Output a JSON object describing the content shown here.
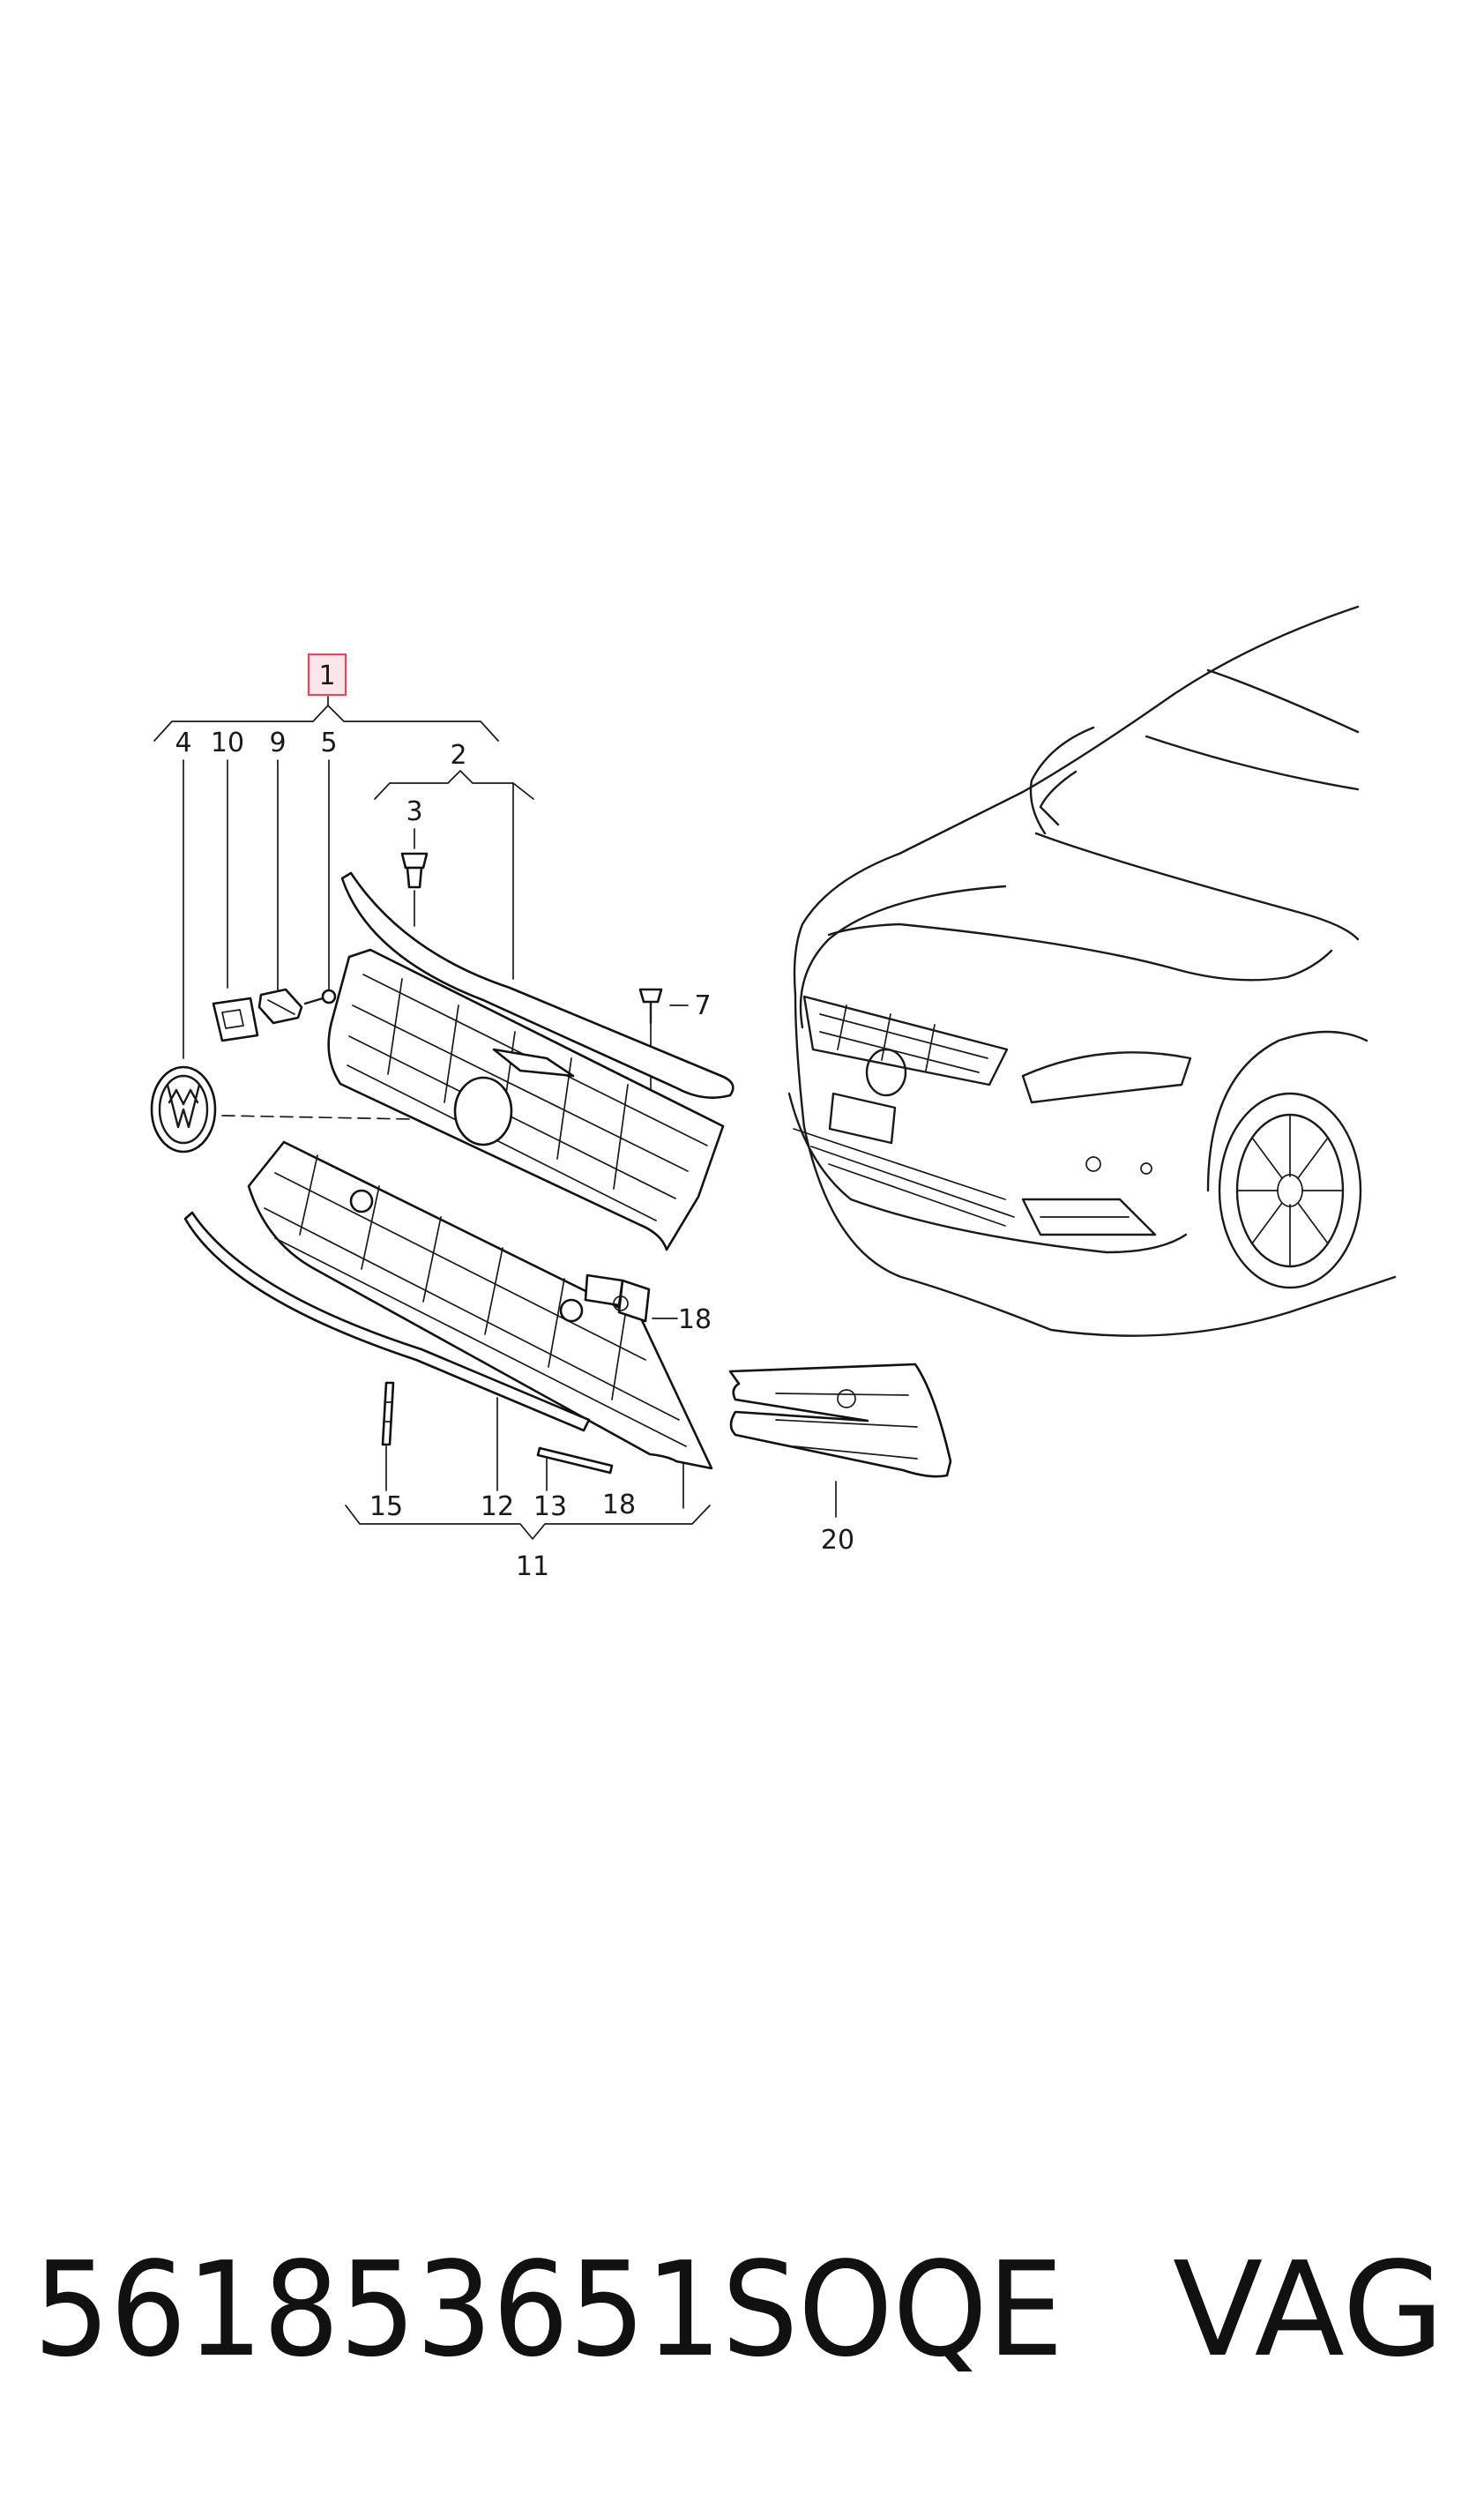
{
  "diagram": {
    "callouts": {
      "c1": "1",
      "c2": "2",
      "c3": "3",
      "c4": "4",
      "c5": "5",
      "c7": "7",
      "c9": "9",
      "c10": "10",
      "c11": "11",
      "c12": "12",
      "c13": "13",
      "c15": "15",
      "c18a": "18",
      "c18b": "18",
      "c20": "20"
    },
    "highlight_color": "#e0495f"
  },
  "footer": {
    "part_number": "561853651SOQE",
    "brand": "VAG"
  }
}
